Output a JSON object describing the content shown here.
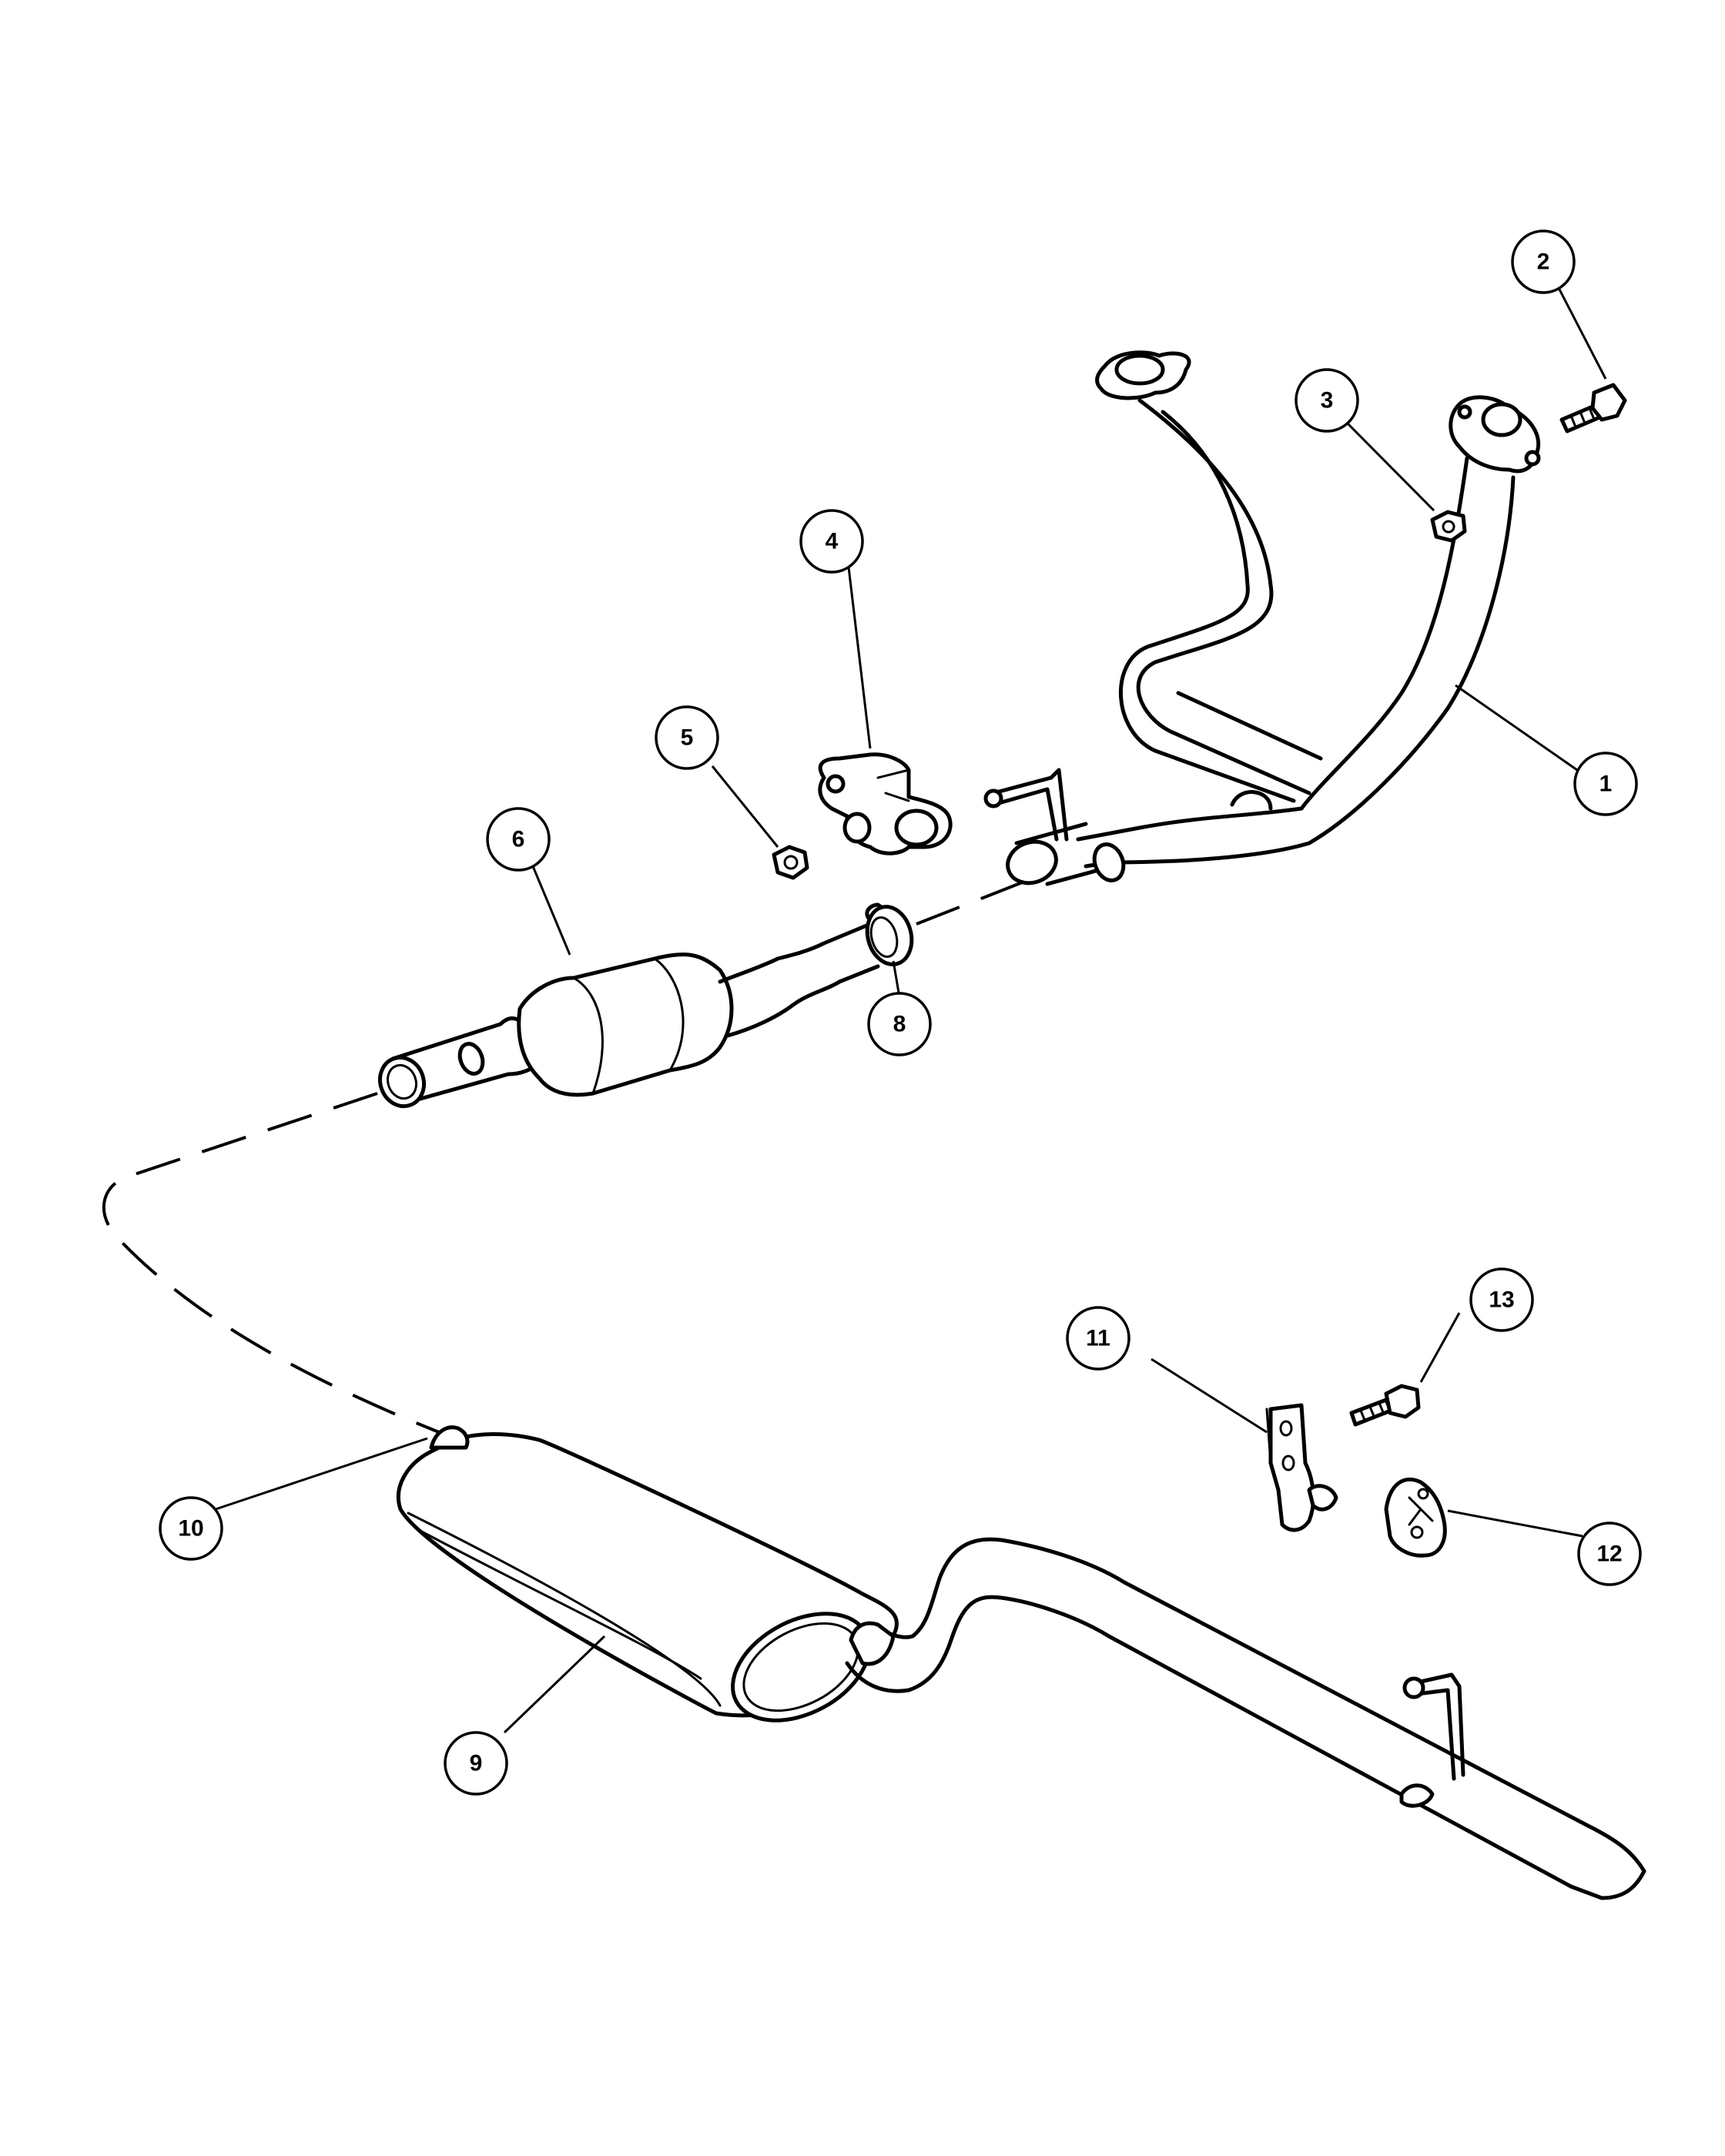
{
  "callouts": [
    {
      "id": "1",
      "label": "1"
    },
    {
      "id": "2",
      "label": "2"
    },
    {
      "id": "3",
      "label": "3"
    },
    {
      "id": "4",
      "label": "4"
    },
    {
      "id": "5",
      "label": "5"
    },
    {
      "id": "6",
      "label": "6"
    },
    {
      "id": "8",
      "label": "8"
    },
    {
      "id": "9",
      "label": "9"
    },
    {
      "id": "10",
      "label": "10"
    },
    {
      "id": "11",
      "label": "11"
    },
    {
      "id": "12",
      "label": "12"
    },
    {
      "id": "13",
      "label": "13"
    }
  ]
}
